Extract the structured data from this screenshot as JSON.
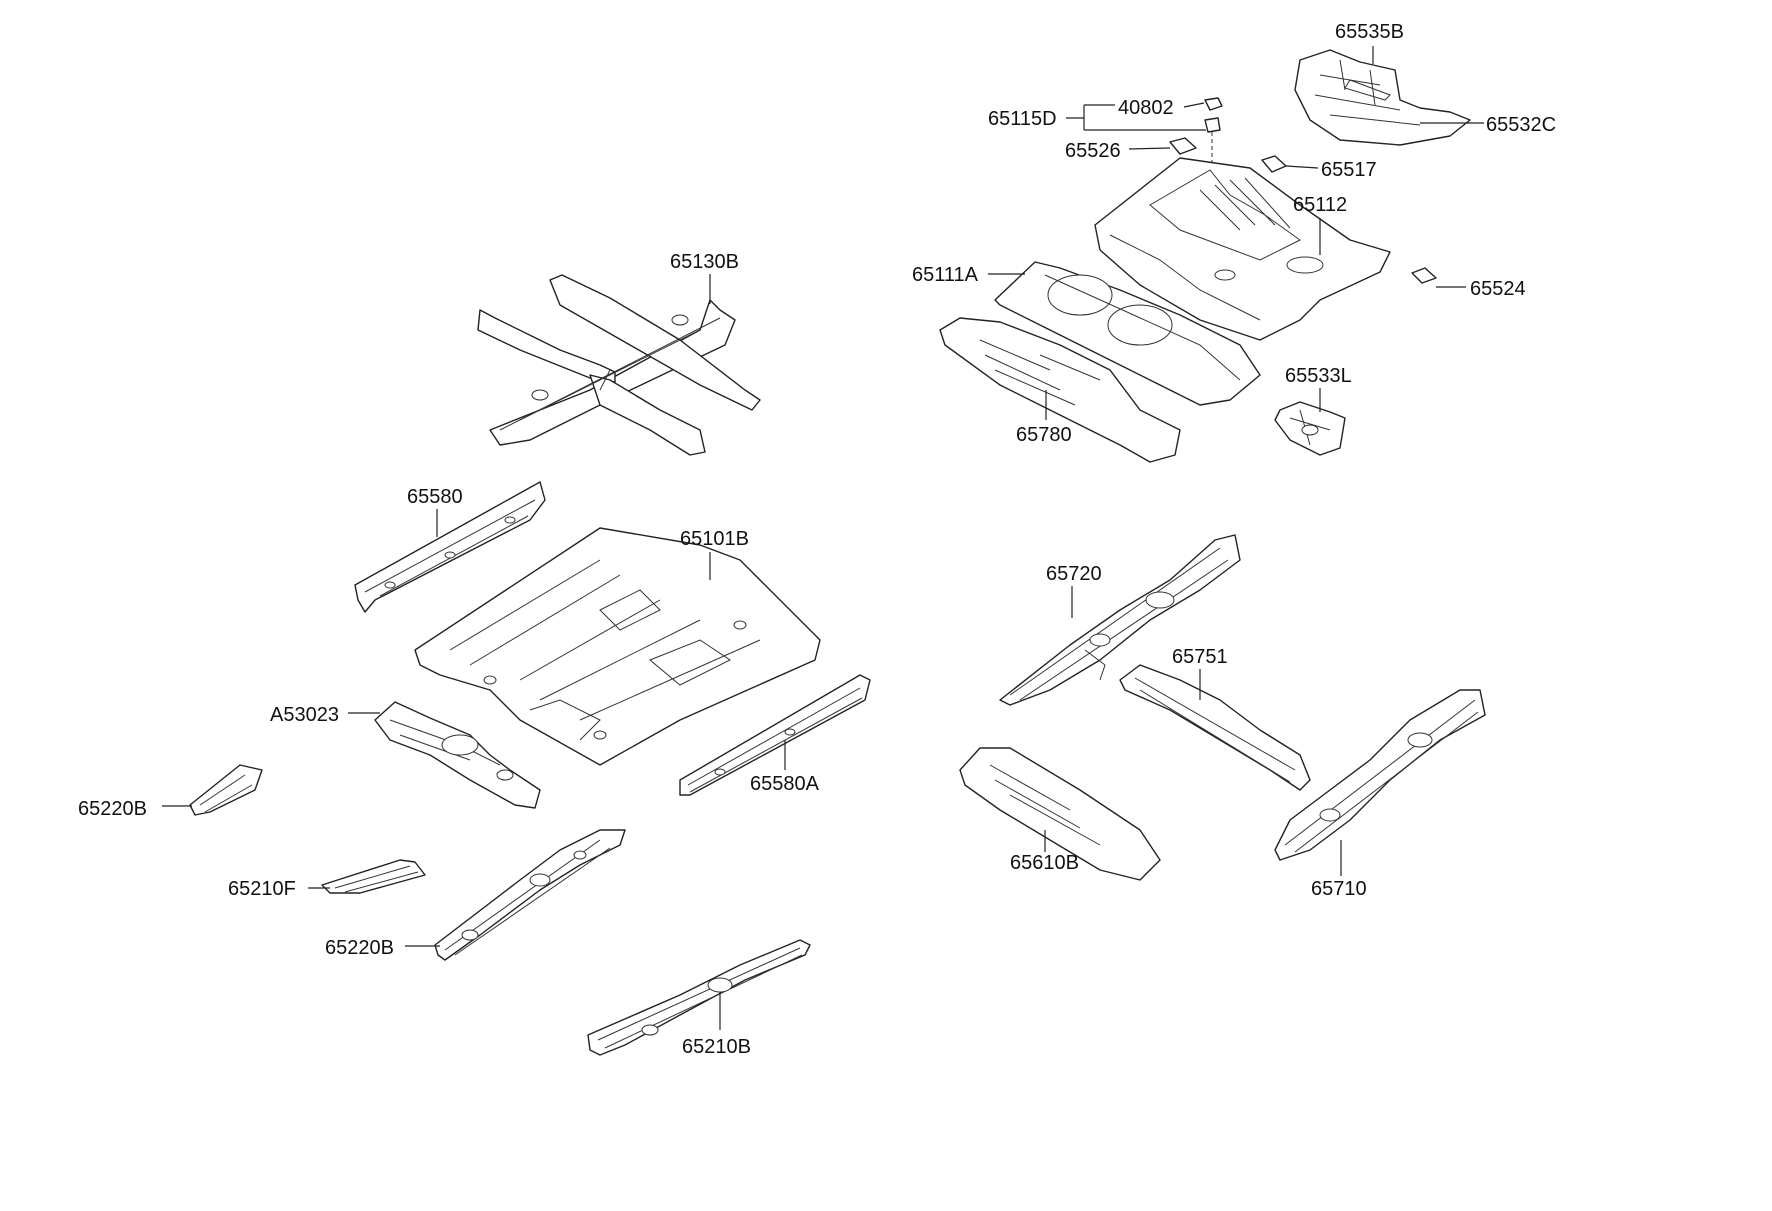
{
  "diagram": {
    "parts": [
      {
        "id": "p65535B",
        "label": "65535B"
      },
      {
        "id": "p40802",
        "label": "40802"
      },
      {
        "id": "p65115D",
        "label": "65115D"
      },
      {
        "id": "p65532C",
        "label": "65532C"
      },
      {
        "id": "p65526",
        "label": "65526"
      },
      {
        "id": "p65517",
        "label": "65517"
      },
      {
        "id": "p65112",
        "label": "65112"
      },
      {
        "id": "p65111A",
        "label": "65111A"
      },
      {
        "id": "p65524",
        "label": "65524"
      },
      {
        "id": "p65130B",
        "label": "65130B"
      },
      {
        "id": "p65533L",
        "label": "65533L"
      },
      {
        "id": "p65780",
        "label": "65780"
      },
      {
        "id": "p65580",
        "label": "65580"
      },
      {
        "id": "p65101B",
        "label": "65101B"
      },
      {
        "id": "p65720",
        "label": "65720"
      },
      {
        "id": "p65751",
        "label": "65751"
      },
      {
        "id": "pA53023",
        "label": "A53023"
      },
      {
        "id": "p65580A",
        "label": "65580A"
      },
      {
        "id": "p65220B_a",
        "label": "65220B"
      },
      {
        "id": "p65610B",
        "label": "65610B"
      },
      {
        "id": "p65710",
        "label": "65710"
      },
      {
        "id": "p65210F",
        "label": "65210F"
      },
      {
        "id": "p65220B_b",
        "label": "65220B"
      },
      {
        "id": "p65210B",
        "label": "65210B"
      }
    ]
  }
}
